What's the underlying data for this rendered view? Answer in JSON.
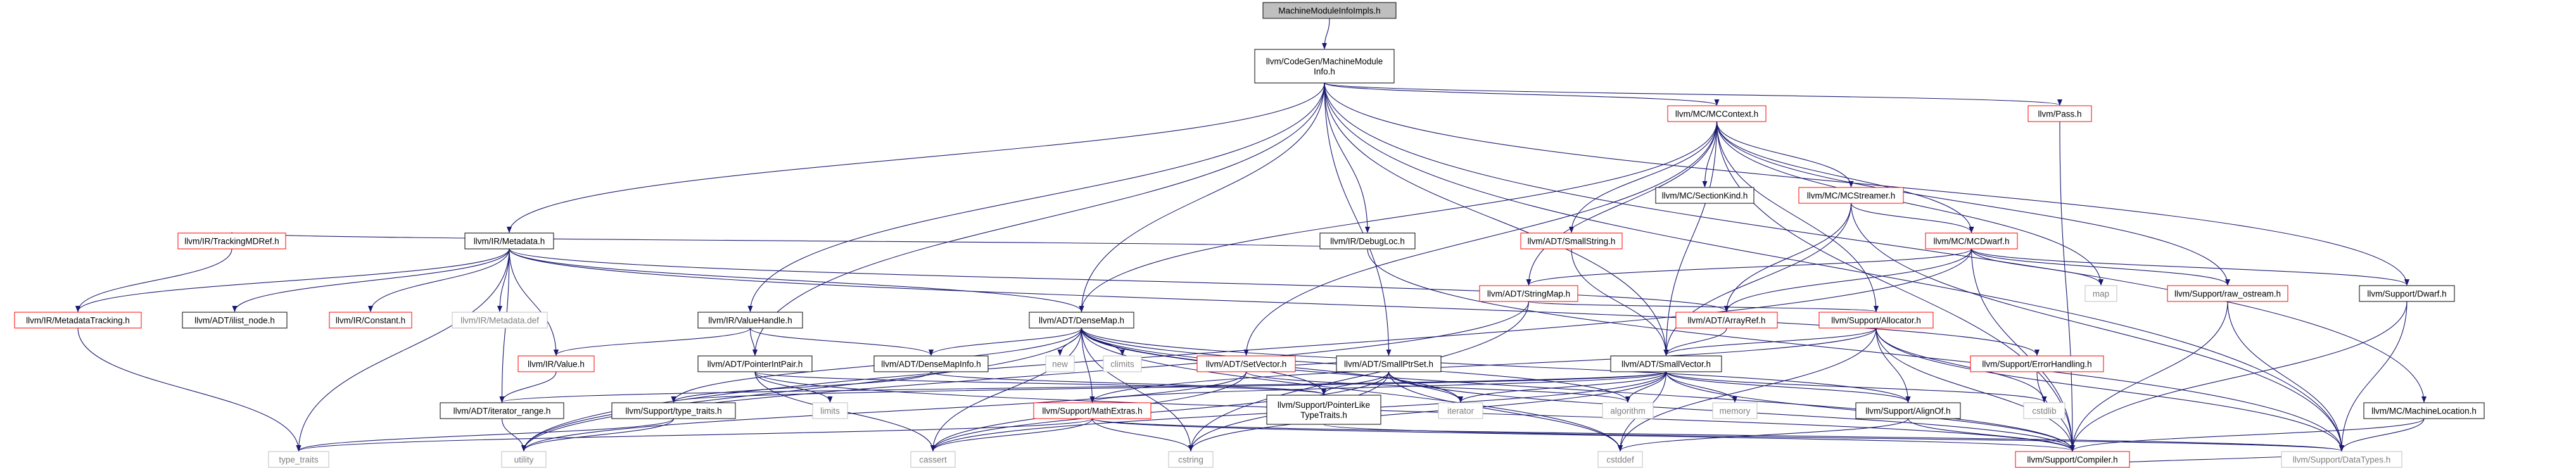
{
  "colors": {
    "edge": "#191970",
    "node_border_black": "#000000",
    "node_border_red": "#ff0000",
    "node_border_grey": "#bfbfbf",
    "node_fill_root": "#bfbfbf",
    "node_fill": "#ffffff",
    "text_normal": "#000000",
    "text_grey": "#808080"
  },
  "nodes": [
    {
      "id": "root",
      "label": "MachineModuleInfoImpls.h",
      "style": "root"
    },
    {
      "id": "mmi",
      "label": "llvm/CodeGen/MachineModule\nInfo.h",
      "style": "normal"
    },
    {
      "id": "mccontext",
      "label": "llvm/MC/MCContext.h",
      "style": "red"
    },
    {
      "id": "pass",
      "label": "llvm/Pass.h",
      "style": "red"
    },
    {
      "id": "debugloc",
      "label": "llvm/IR/DebugLoc.h",
      "style": "normal"
    },
    {
      "id": "sectionkind",
      "label": "llvm/MC/SectionKind.h",
      "style": "normal"
    },
    {
      "id": "mcstreamer",
      "label": "llvm/MC/MCStreamer.h",
      "style": "red"
    },
    {
      "id": "smallstring",
      "label": "llvm/ADT/SmallString.h",
      "style": "red"
    },
    {
      "id": "mcdwarf",
      "label": "llvm/MC/MCDwarf.h",
      "style": "red"
    },
    {
      "id": "trackingmdref",
      "label": "llvm/IR/TrackingMDRef.h",
      "style": "red"
    },
    {
      "id": "metadata",
      "label": "llvm/IR/Metadata.h",
      "style": "normal"
    },
    {
      "id": "stringmap",
      "label": "llvm/ADT/StringMap.h",
      "style": "red"
    },
    {
      "id": "map",
      "label": "map",
      "style": "grey"
    },
    {
      "id": "rawostream",
      "label": "llvm/Support/raw_ostream.h",
      "style": "red"
    },
    {
      "id": "dwarf",
      "label": "llvm/Support/Dwarf.h",
      "style": "normal"
    },
    {
      "id": "metadatatracking",
      "label": "llvm/IR/MetadataTracking.h",
      "style": "red"
    },
    {
      "id": "ilistnode",
      "label": "llvm/ADT/ilist_node.h",
      "style": "normal"
    },
    {
      "id": "constant",
      "label": "llvm/IR/Constant.h",
      "style": "red"
    },
    {
      "id": "metadatadef",
      "label": "llvm/IR/Metadata.def",
      "style": "grey"
    },
    {
      "id": "valuehandle",
      "label": "llvm/IR/ValueHandle.h",
      "style": "normal"
    },
    {
      "id": "densemap",
      "label": "llvm/ADT/DenseMap.h",
      "style": "normal"
    },
    {
      "id": "arrayref",
      "label": "llvm/ADT/ArrayRef.h",
      "style": "red"
    },
    {
      "id": "allocator",
      "label": "llvm/Support/Allocator.h",
      "style": "red"
    },
    {
      "id": "errorhandling",
      "label": "llvm/Support/ErrorHandling.h",
      "style": "red"
    },
    {
      "id": "value",
      "label": "llvm/IR/Value.h",
      "style": "red"
    },
    {
      "id": "pointerintpair",
      "label": "llvm/ADT/PointerIntPair.h",
      "style": "normal"
    },
    {
      "id": "densemapinfo",
      "label": "llvm/ADT/DenseMapInfo.h",
      "style": "normal"
    },
    {
      "id": "new",
      "label": "new",
      "style": "grey"
    },
    {
      "id": "climits",
      "label": "climits",
      "style": "grey"
    },
    {
      "id": "setvector",
      "label": "llvm/ADT/SetVector.h",
      "style": "red"
    },
    {
      "id": "smallptrset",
      "label": "llvm/ADT/SmallPtrSet.h",
      "style": "normal"
    },
    {
      "id": "smallvector",
      "label": "llvm/ADT/SmallVector.h",
      "style": "normal"
    },
    {
      "id": "iteratorrange",
      "label": "llvm/ADT/iterator_range.h",
      "style": "normal"
    },
    {
      "id": "typetraitsllvm",
      "label": "llvm/Support/type_traits.h",
      "style": "normal"
    },
    {
      "id": "limits",
      "label": "limits",
      "style": "grey"
    },
    {
      "id": "mathextras",
      "label": "llvm/Support/MathExtras.h",
      "style": "red"
    },
    {
      "id": "pointerlike",
      "label": "llvm/Support/PointerLike\nTypeTraits.h",
      "style": "normal"
    },
    {
      "id": "iterator",
      "label": "iterator",
      "style": "grey"
    },
    {
      "id": "algorithm",
      "label": "algorithm",
      "style": "grey"
    },
    {
      "id": "memory",
      "label": "memory",
      "style": "grey"
    },
    {
      "id": "alignof",
      "label": "llvm/Support/AlignOf.h",
      "style": "normal"
    },
    {
      "id": "cstdlib",
      "label": "cstdlib",
      "style": "grey"
    },
    {
      "id": "mclocation",
      "label": "llvm/MC/MachineLocation.h",
      "style": "normal"
    },
    {
      "id": "typetraits",
      "label": "type_traits",
      "style": "grey"
    },
    {
      "id": "utility",
      "label": "utility",
      "style": "grey"
    },
    {
      "id": "cassert",
      "label": "cassert",
      "style": "grey"
    },
    {
      "id": "cstring",
      "label": "cstring",
      "style": "grey"
    },
    {
      "id": "cstddef",
      "label": "cstddef",
      "style": "grey"
    },
    {
      "id": "compiler",
      "label": "llvm/Support/Compiler.h",
      "style": "red"
    },
    {
      "id": "datatypes",
      "label": "llvm/Support/DataTypes.h",
      "style": "grey"
    }
  ]
}
